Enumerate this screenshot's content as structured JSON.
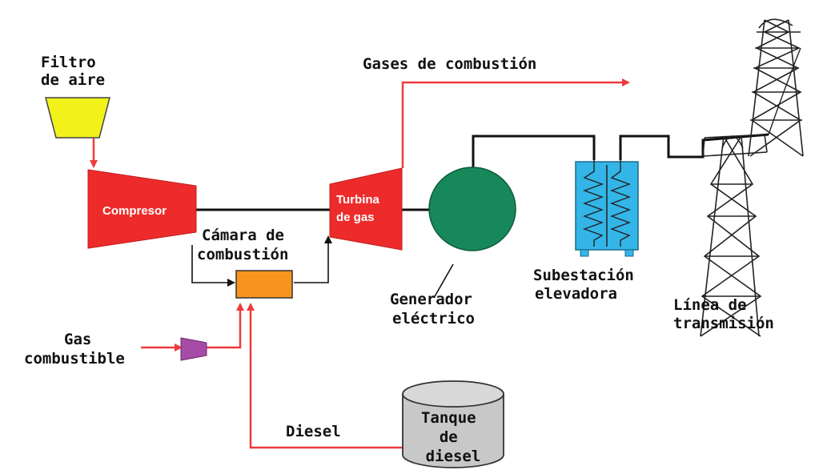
{
  "labels": {
    "air_filter": [
      "Filtro",
      "de aire"
    ],
    "combustion_gases": "Gases de combustión",
    "combustion_chamber": [
      "Cámara de",
      "combustión"
    ],
    "fuel_gas": [
      "Gas",
      "combustible"
    ],
    "diesel": "Diesel",
    "generator": [
      "Generador",
      "eléctrico"
    ],
    "substation": [
      "Subestación",
      "elevadora"
    ],
    "transmission_line": [
      "Línea de",
      "transmisión"
    ]
  },
  "components": {
    "compressor": "Compresor",
    "gas_turbine": [
      "Turbina",
      "de gas"
    ],
    "diesel_tank": [
      "Tanque",
      "de",
      "diesel"
    ]
  },
  "colors": {
    "compressor": "#ee2b2b",
    "turbine": "#ee2b2b",
    "filter": "#f2f21a",
    "chamber": "#f7941d",
    "generator": "#17885a",
    "substation": "#33b5e8",
    "fuel_regulator": "#a64ca6",
    "tank": "#c8c8c8",
    "flow_line": "#ee3b3b",
    "shaft": "#111111"
  }
}
